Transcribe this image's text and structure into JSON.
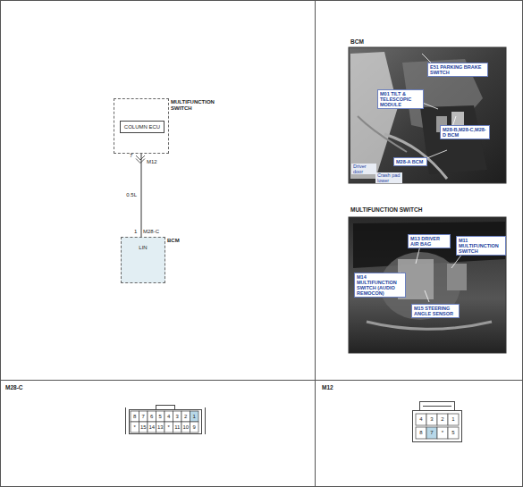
{
  "diagram": {
    "nodes": [
      {
        "text": [
          "MULTIFUNCTION SWITCH"
        ]
      },
      {
        "text": [
          "COLUMN ECU"
        ],
        "in": 0
      },
      {
        "text": [
          "BCM",
          "LIN"
        ]
      }
    ],
    "edges": [
      {
        "from": 0,
        "to": 2,
        "arrow": "none",
        "label": "0.5L"
      }
    ],
    "labels": [
      "7",
      "M12",
      "1",
      "M28-C",
      "BCM",
      "E51 PARKING BRAKE SWITCH",
      "M01 TILT & TELESCOPIC MODULE",
      "M28-B,M28-C,M28-D BCM",
      "M28-A BCM",
      "Driver door",
      "Crash pad lower",
      "MULTIFUNCTION SWITCH",
      "M13 DRIVER AIR BAG",
      "M11 MULTIFUNCTION SWITCH",
      "M14 MULTIFUNCTION SWITCH (AUDIO REMOCON)",
      "M15 STEERING ANGLE SENSOR",
      "M28-C",
      "8",
      "7",
      "6",
      "5",
      "4",
      "3",
      "2",
      "1",
      "*",
      "15",
      "14",
      "13",
      "*",
      "11",
      "10",
      "9",
      "M12",
      "4",
      "3",
      "2",
      "1",
      "8",
      "7",
      "*",
      "5"
    ]
  }
}
